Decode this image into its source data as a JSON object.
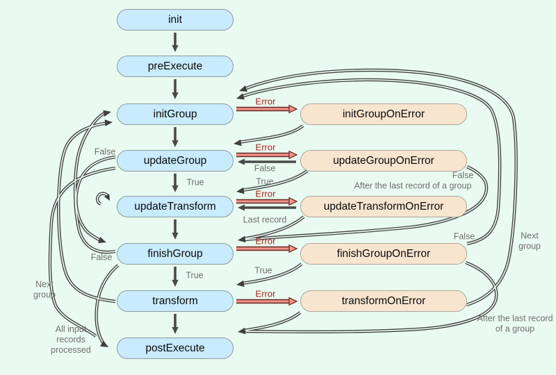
{
  "nodes": {
    "main": [
      "init",
      "preExecute",
      "initGroup",
      "updateGroup",
      "updateTransform",
      "finishGroup",
      "transform",
      "postExecute"
    ],
    "error": [
      "initGroupOnError",
      "updateGroupOnError",
      "updateTransformOnError",
      "finishGroupOnError",
      "transformOnError"
    ]
  },
  "edge_labels": {
    "error": "Error",
    "true_label": "True",
    "false_label": "False",
    "last_record": "Last record",
    "next_group": "Next group",
    "after_last_record": "After the last record of a group",
    "all_input_records": "All input records processed"
  },
  "colors": {
    "background": "#e9fbf0",
    "main_node_fill": "#c8ebfd",
    "error_node_fill": "#f8e5d0",
    "node_border": "#8e989e",
    "curve_gray": "#3f3f3f",
    "arrow_gray": "#4a4a4a",
    "error_text_red": "#a3231d",
    "error_arrow_fill": "#f2948c",
    "error_arrow_outline": "#6e2f28",
    "label_gray": "#6e6e6e"
  }
}
